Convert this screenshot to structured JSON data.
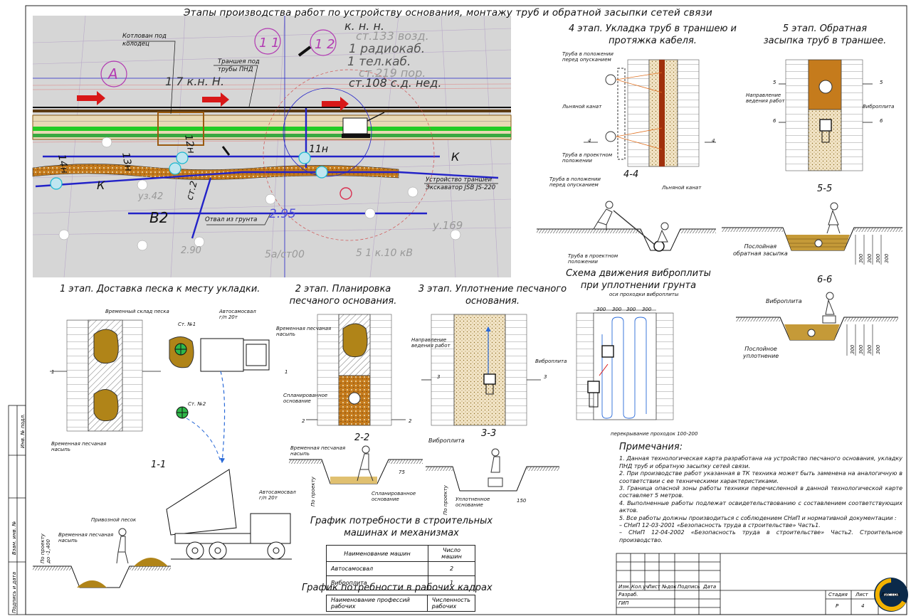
{
  "title": "Этапы производства работ по устройству основания, монтажу труб и обратной засыпки сетей связи",
  "plan": {
    "labels": {
      "pit": "Котлован под\nколодец",
      "trench": "Траншея под\nтрубы ПНД",
      "excavator": "Устройство траншеи\nЭкскаватор JSB JS-220",
      "dump": "Отвал из грунта"
    },
    "map_text": [
      "к. н. н.",
      "ст.133 возд.",
      "1 радиокаб.",
      "1 тел.каб.",
      "ст.219 пор.",
      "ст.108 с.д. нед.",
      "1 7 к.н. Н.",
      "1 2",
      "1 1",
      "А",
      "В2",
      "К",
      "К",
      "11н",
      "12н",
      "13н",
      "14н",
      "ст.2",
      "2.95",
      "у.169",
      "уз.42",
      "5 1 к.10 кВ",
      "5а/ст00",
      "2.90"
    ]
  },
  "stages": {
    "s1": "1 этап. Доставка песка к месту укладки.",
    "s2": "2 этап. Планировка\nпесчаного основания.",
    "s3": "3 этап. Уплотнение песчаного\nоснования.",
    "s4": "4 этап. Укладка труб в траншею и\nпротяжка кабеля.",
    "s5": "5 этап. Обратная\nзасыпка труб в траншее.",
    "scheme": "Схема движения виброплиты\nпри уплотнении грунта"
  },
  "sections": {
    "a": "1-1",
    "b": "2-2",
    "c": "3-3",
    "d": "4-4",
    "e": "5-5",
    "f": "6-6"
  },
  "labels": {
    "temp_sand_store": "Временный склад песка",
    "st1": "Ст. №1",
    "st2": "Ст. №2",
    "dump_truck": "Автосамосвал\nг/п 20т",
    "temp_sand_mound": "Временная песчаная\nнасыпь",
    "planned_base": "Спланированное\nоснование",
    "direction": "Направление\nведения работ",
    "vibroplate": "Виброплита",
    "pipe_before_lowering": "Труба в положении\nперед опусканием",
    "linen_rope": "Льняной канат",
    "pipe_design": "Труба в проектном\nположении",
    "layer_backfill": "Послойная\nобратная засыпка",
    "layer_compaction": "Послойное\nуплотнение",
    "imported_sand": "Привозной песок",
    "compacted_base": "Уплотненное\nоснование",
    "by_design": "По проекту",
    "by_design_depth": "По проекту\nдо -1,400",
    "axes_passes": "оси проходки виброплиты",
    "overlap": "перекрывание проходок 100-200",
    "d75": "75",
    "d150": "150",
    "d300": "300",
    "n1": "1",
    "n2": "2",
    "n3": "3",
    "n4": "4",
    "n5": "5",
    "n6": "6"
  },
  "machines": {
    "title": "График потребности в строительных\nмашинах и механизмах",
    "header": [
      "Наименование машин",
      "Число машин"
    ],
    "rows": [
      [
        "Автосамосвал",
        "2"
      ],
      [
        "Виброплита",
        "1"
      ]
    ]
  },
  "workers": {
    "title": "График потребности в рабочих кадрах",
    "header": [
      "Наименование профессий\nрабочих",
      "Численность\nрабочих"
    ]
  },
  "notes": {
    "heading": "Примечания:",
    "items": [
      "1. Данная технологическая карта разработана на устройство песчаного основания, укладку ПНД труб и обратную засыпку сетей связи.",
      "2. При производстве работ указанная в ТК техника может быть заменена на аналогичную в соответствии с ее техническими характеристиками.",
      "3. Граница опасной зоны работы техники перечисленной в данной технологической карте составляет 5 метров.",
      "4. Выполненные работы подлежат освидетельствованию с составлением соответствующих актов.",
      "5. Все работы должны производиться с соблюдением СНиП и нормативной документации :",
      "– СНиП 12-03-2001 «Безопасность труда в строительстве» Часть1.",
      "– СНиП 12-04-2002 «Безопасность труда в строительстве» Часть2. Строительное производство."
    ]
  },
  "stamp": {
    "cols": [
      "Изм.",
      "Кол.уч",
      "Лист",
      "№док",
      "Подпись",
      "Дата"
    ],
    "roles": [
      "Разраб.",
      "ГИП"
    ],
    "stage_lbl": "Стадия",
    "sheet_lbl": "Лист",
    "sheets_lbl": "Листов",
    "stage_val": "Р",
    "sheet_val": "4"
  },
  "side_stamp": [
    "Взам. инв. №",
    "Подпись и дата",
    "Инв. № подл."
  ],
  "colors": {
    "map_bg": "#d4d4d4",
    "sand": "#e8d6a8",
    "sand_dark": "#b8860b",
    "gravel": "#c07818",
    "arrow_red": "#d81818",
    "blue": "#2020c8",
    "green": "#1ec81e",
    "mound": "#b08418"
  }
}
